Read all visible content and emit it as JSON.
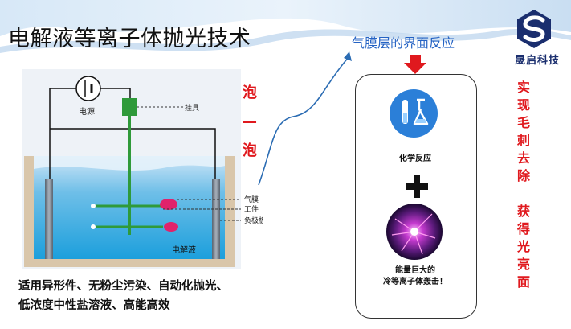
{
  "title": "电解液等离子体抛光技术",
  "logo": {
    "company": "晟启科技"
  },
  "diagram": {
    "power_label": "电源",
    "hanger_label": "挂具",
    "gas_film_label": "气膜",
    "workpiece_label": "工件",
    "cathode_label": "负极板",
    "electrolyte_label": "电解液",
    "side_text": [
      "泡",
      "—",
      "泡"
    ]
  },
  "bottom_text": [
    "适用异形件、无粉尘污染、自动化抛光、",
    "低浓度中性盐溶液、高能高效"
  ],
  "reaction": {
    "title": "气膜层的界面反应",
    "chem_label": "化学反应",
    "plasma_label_line1": "能量巨大的",
    "plasma_label_line2": "冷等离子体轰击！"
  },
  "right_text": [
    "实",
    "现",
    "毛",
    "刺",
    "去",
    "除",
    "",
    "获",
    "得",
    "光",
    "亮",
    "面"
  ],
  "colors": {
    "accent_red": "#e0191e",
    "accent_blue": "#2563c4",
    "green": "#2f9a3a"
  }
}
